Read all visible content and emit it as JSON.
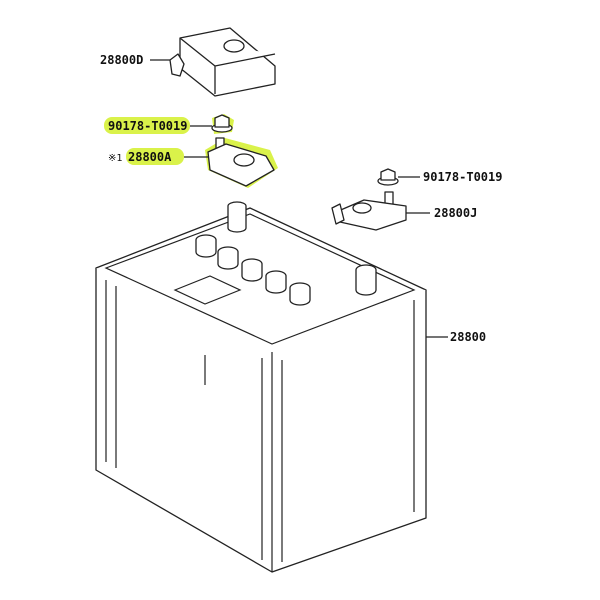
{
  "diagram": {
    "parts": [
      {
        "id": "cover",
        "label": "28800D",
        "highlighted": false
      },
      {
        "id": "nut-left",
        "label": "90178-T0019",
        "highlighted": true
      },
      {
        "id": "clamp-positive",
        "prefix": "※1",
        "label": "28800A",
        "highlighted": true
      },
      {
        "id": "nut-right",
        "label": "90178-T0019",
        "highlighted": false
      },
      {
        "id": "clamp-negative",
        "label": "28800J",
        "highlighted": false
      },
      {
        "id": "battery",
        "label": "28800",
        "highlighted": false
      }
    ],
    "highlight_color": "#d4f02a"
  }
}
